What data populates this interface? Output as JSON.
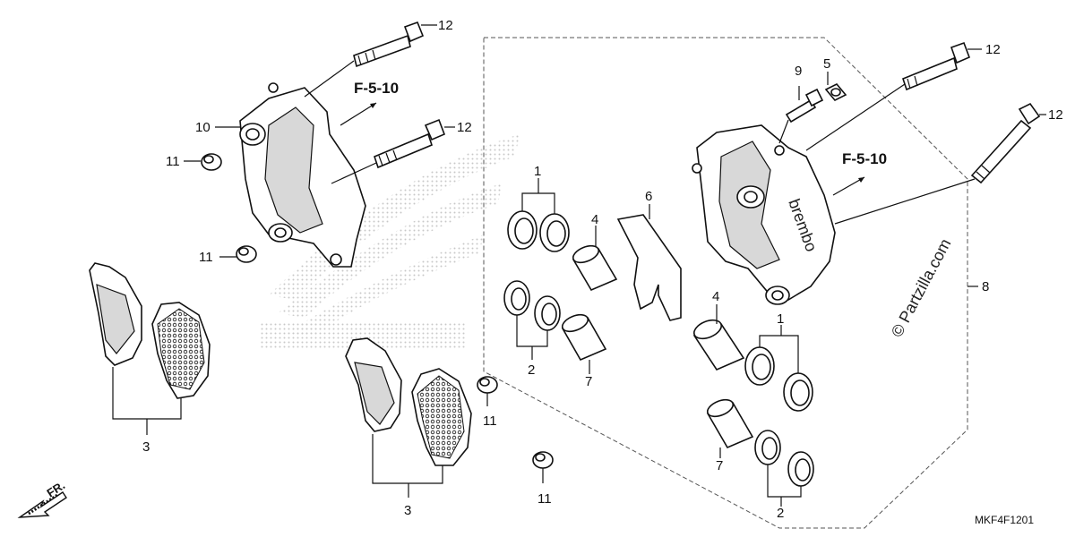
{
  "diagram": {
    "ref_code": "F-5-10",
    "diagram_code": "MKF4F1201",
    "watermark": "© Partzilla.com",
    "brand_text": "brembo",
    "direction_label": "FR.",
    "part_numbers": {
      "n1": "1",
      "n2": "2",
      "n3": "3",
      "n4": "4",
      "n5": "5",
      "n6": "6",
      "n7": "7",
      "n8": "8",
      "n9": "9",
      "n10": "10",
      "n11": "11",
      "n12": "12"
    }
  }
}
